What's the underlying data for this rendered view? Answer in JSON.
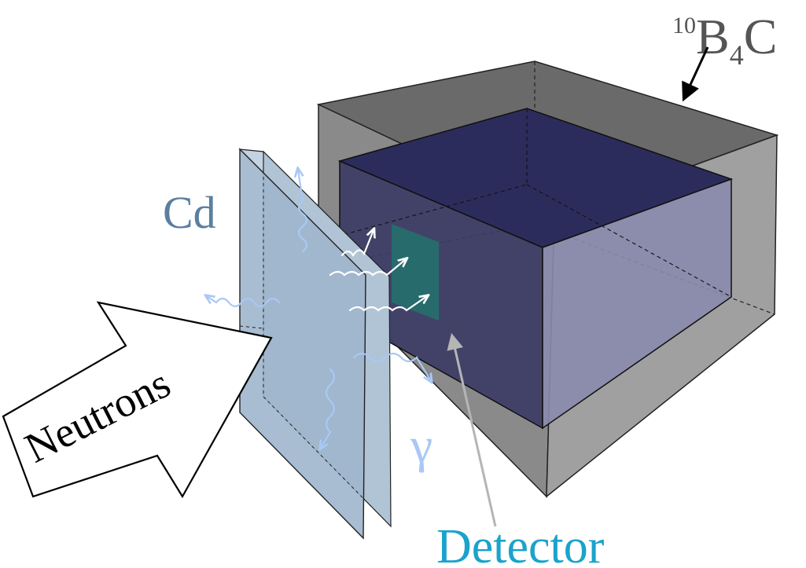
{
  "labels": {
    "b4c": {
      "sup": "10",
      "main": "B",
      "sub": "4",
      "tail": "C"
    },
    "cd": "Cd",
    "gamma": "γ",
    "neutrons": "Neutrons",
    "detector": "Detector"
  },
  "colors": {
    "box_outer": "#7a7a7a",
    "box_inner": "#333366",
    "cd_plate": "#9fb6cc",
    "photon": "#a9c8f5",
    "detector_panel": "#1f7a6e",
    "cd_text": "#5b7fa0",
    "gamma_text": "#a9c8f5",
    "detector_text": "#1aa3cc"
  }
}
